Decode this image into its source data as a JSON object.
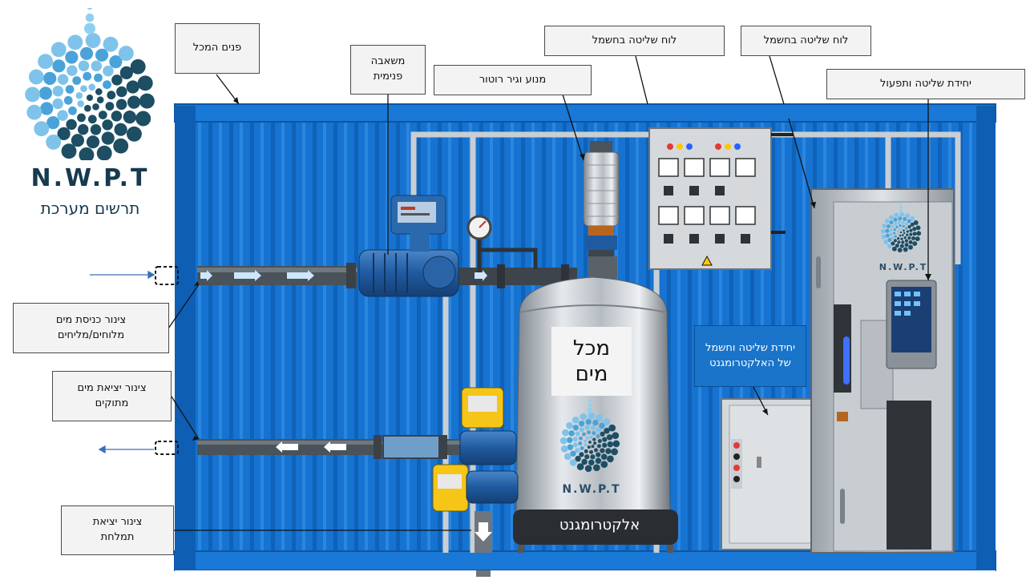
{
  "logo": {
    "name": "N.W.P.T",
    "subtitle": "תרשים מערכת",
    "icon": "water-drop-dots-icon"
  },
  "labels": {
    "container_interior": "פנים המכל",
    "internal_pump": "משאבה\nפנימית",
    "motor_rotor_gear": "מנוע וגיר רוטור",
    "electrical_control_panel_1": "לוח שליטה בחשמל",
    "electrical_control_panel_2": "לוח שליטה בחשמל",
    "control_operation_unit": "יחידת שליטה ותפעול",
    "inlet_pipe": "צינור כניסת מים\nמלוחים/מליחים",
    "outlet_pipe": "צינור יציאת מים\nמתוקים",
    "brine_outlet": "צינור יציאת\nתמלחת",
    "electromagnet_unit": "יחידת שליטה וחשמל\nשל האלקטרומגנט",
    "tank_line1": "מכל",
    "tank_line2": "מים",
    "electromagnet": "אלקטרומגנט",
    "tank_brand": "N.W.P.T",
    "cabinet_brand": "N.W.P.T"
  },
  "colors": {
    "container_blue": "#1673d1",
    "container_dark": "#0c56a3",
    "callout_blue": "#1a74c9",
    "steel": "#b9bfc6",
    "logo_dark": "#163a4f"
  }
}
